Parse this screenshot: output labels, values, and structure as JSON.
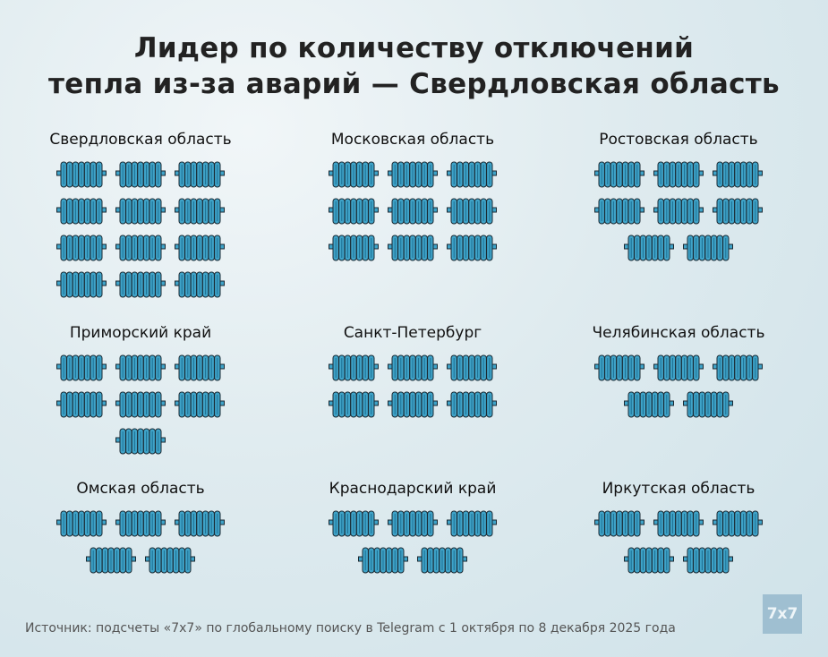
{
  "title": {
    "line1": "Лидер по количеству отключений",
    "line2": "тепла из-за аварий — Свердловская область"
  },
  "chart_data": {
    "type": "pictogram",
    "unit_icon": "radiator-icon",
    "categories": [
      "Свердловская область",
      "Московская область",
      "Ростовская область",
      "Приморский край",
      "Санкт-Петербург",
      "Челябинская область",
      "Омская область",
      "Краснодарский край",
      "Иркутская область"
    ],
    "values": [
      12,
      9,
      8,
      7,
      6,
      5,
      5,
      5,
      5
    ]
  },
  "colors": {
    "radiator": "#3fa3c8",
    "radiator_dark": "#1c6f92",
    "outline": "#1b2a33"
  },
  "source": "Источник: подсчеты «7x7» по глобальному поиску в Telegram с 1 октября по 8 декабря 2025 года",
  "logo": "7x7"
}
